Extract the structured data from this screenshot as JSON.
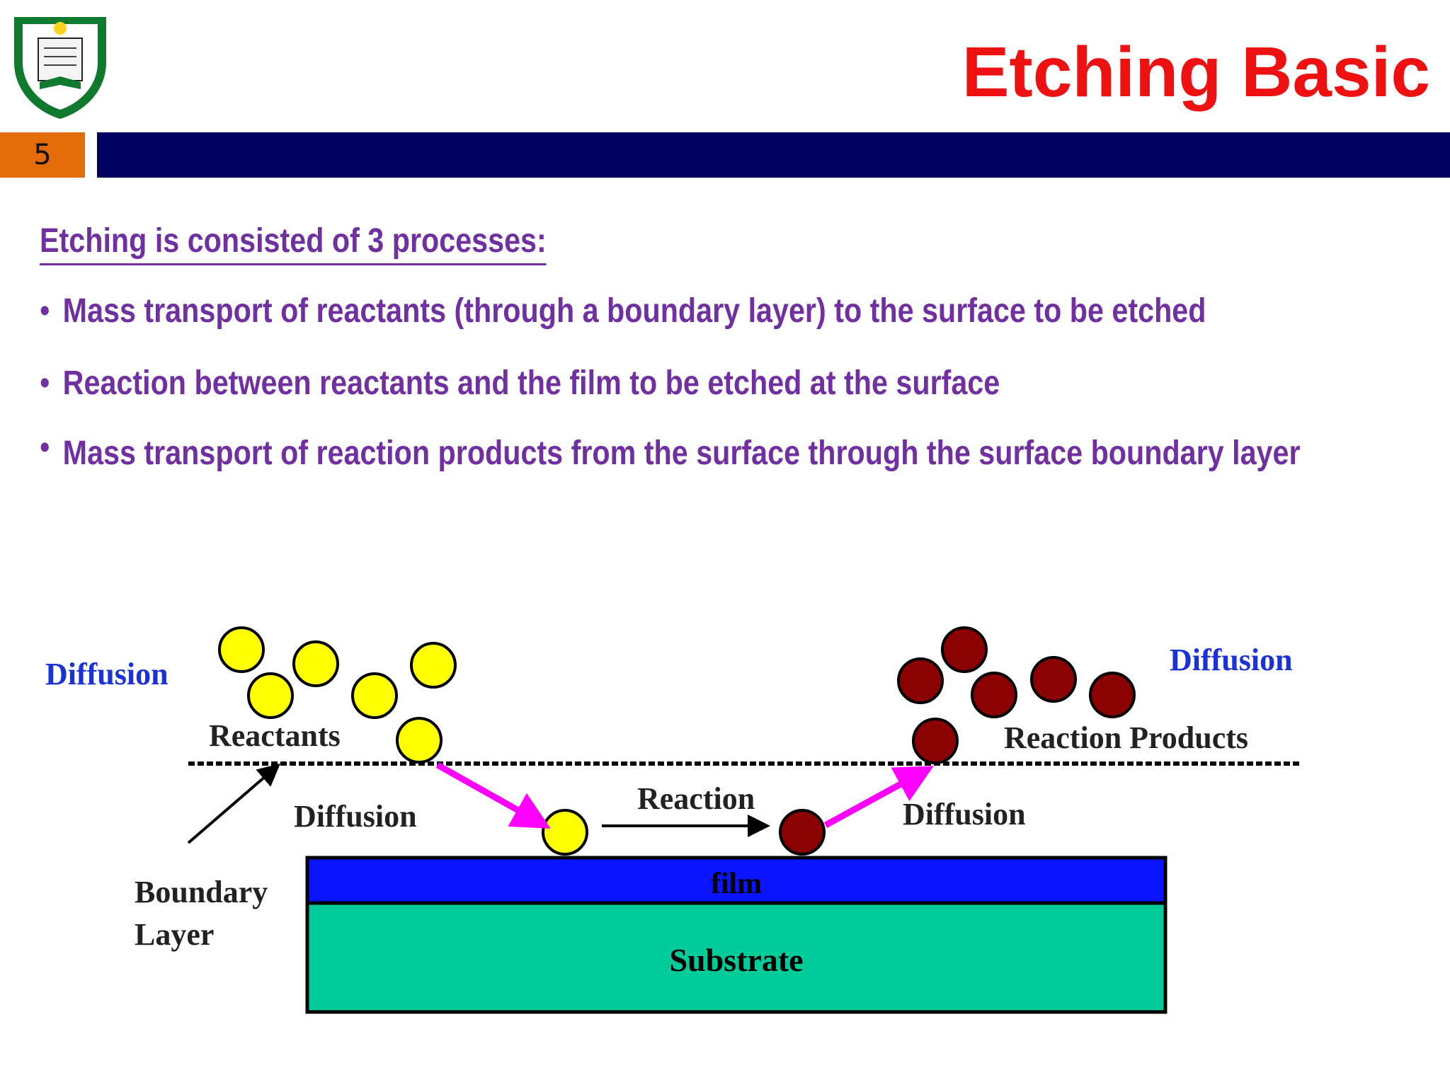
{
  "slide": {
    "title": "Etching Basic",
    "page_number": "5",
    "subheading": "Etching is consisted of 3 processes:",
    "bullets": [
      "Mass transport of reactants (through a boundary layer) to the surface to be etched",
      "Reaction between reactants and the film to be etched at the surface",
      "Mass transport of reaction products from the surface through the surface boundary layer"
    ]
  },
  "diagram": {
    "labels": {
      "diffusion_left": "Diffusion",
      "diffusion_right": "Diffusion",
      "reactants": "Reactants",
      "reaction_products": "Reaction Products",
      "diffusion_down": "Diffusion",
      "reaction": "Reaction",
      "diffusion_up": "Diffusion",
      "boundary_line1": "Boundary",
      "boundary_line2": "Layer",
      "film": "film",
      "substrate": "Substrate"
    },
    "colors": {
      "reactant_fill": "#ffff00",
      "product_fill": "#8b0000",
      "film": "#0a14ff",
      "substrate": "#00cc99",
      "diffusion_label": "#1a32d6",
      "arrow_magenta": "#ff00ff"
    }
  }
}
